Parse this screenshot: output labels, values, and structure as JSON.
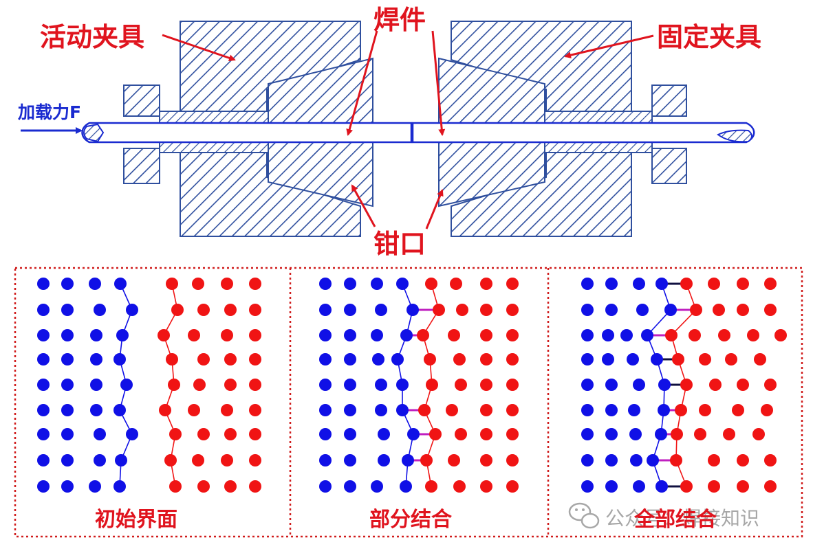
{
  "labels": {
    "moving_fixture": "活动夹具",
    "weldment": "焊件",
    "fixed_fixture": "固定夹具",
    "load_force": "加载力F",
    "jaw": "钳口"
  },
  "panels": [
    {
      "id": "initial",
      "caption": "初始界面"
    },
    {
      "id": "partial",
      "caption": "部分结合"
    },
    {
      "id": "full",
      "caption": "全部结合"
    }
  ],
  "watermark": {
    "text": "公众号：焊接知识",
    "icon": "wechat-icon"
  },
  "colors": {
    "label_red": "#e0141e",
    "label_blue": "#1a2bd0",
    "hatch_blue": "#2f4f9e",
    "atom_blue": "#1010e6",
    "atom_red": "#f01414",
    "bond_magenta": "#c020c0",
    "bond_dark": "#101040",
    "frame_red": "#d01c1c"
  }
}
